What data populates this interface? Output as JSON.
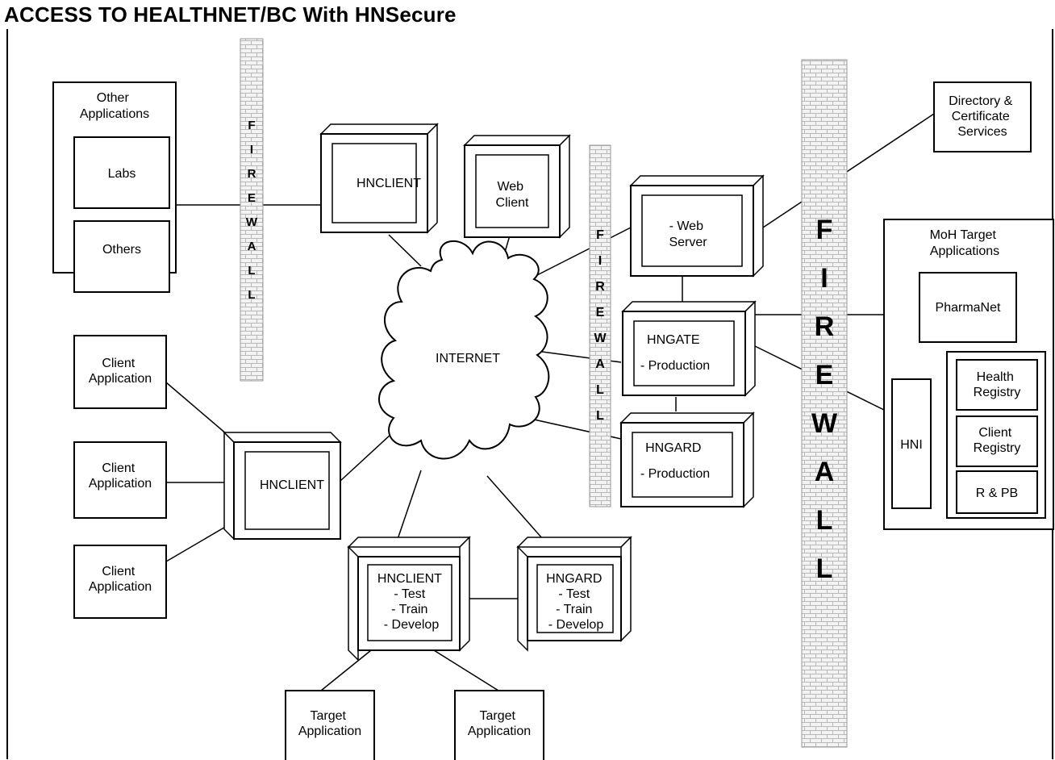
{
  "title": "ACCESS TO HEALTHNET/BC With HNSecure",
  "firewall_word": "FIREWALL",
  "other_apps": {
    "title": [
      "Other",
      "Applications"
    ],
    "labs": "Labs",
    "others": "Others"
  },
  "client_application": [
    "Client",
    "Application"
  ],
  "hnclient": "HNCLIENT",
  "web_client": [
    "Web",
    "Client"
  ],
  "web_server": [
    "- Web",
    "Server"
  ],
  "internet": "INTERNET",
  "hngate": [
    "HNGATE",
    "- Production"
  ],
  "hngard": [
    "HNGARD",
    "- Production"
  ],
  "hnclient_test": [
    "HNCLIENT",
    "- Test",
    "- Train",
    "- Develop"
  ],
  "hngard_test": [
    "HNGARD",
    "- Test",
    "- Train",
    "- Develop"
  ],
  "target_application": [
    "Target",
    "Application"
  ],
  "directory": [
    "Directory &",
    "Certificate",
    "Services"
  ],
  "moh": {
    "title": [
      "MoH Target",
      "Applications"
    ],
    "pharmanet": "PharmaNet",
    "hni": "HNI",
    "health_registry": [
      "Health",
      "Registry"
    ],
    "client_registry": [
      "Client",
      "Registry"
    ],
    "rpb": "R & PB"
  }
}
